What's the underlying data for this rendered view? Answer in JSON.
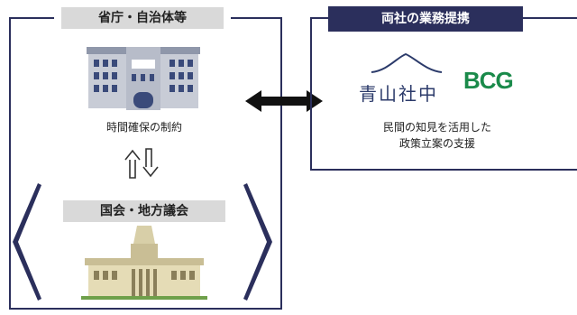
{
  "left_panel": {
    "top_label": "省庁・自治体等",
    "top_caption": "時間確保の制約",
    "bottom_label": "国会・地方議会"
  },
  "right_panel": {
    "label": "両社の業務提携",
    "aoyama_logo_text": "青山社中",
    "bcg_logo_text": "BCG",
    "caption_line1": "民間の知見を活用した",
    "caption_line2": "政策立案の支援"
  },
  "colors": {
    "navy": "#2b2f5c",
    "gray_label": "#d9d9d9",
    "bcg_green": "#1a8a4a"
  }
}
